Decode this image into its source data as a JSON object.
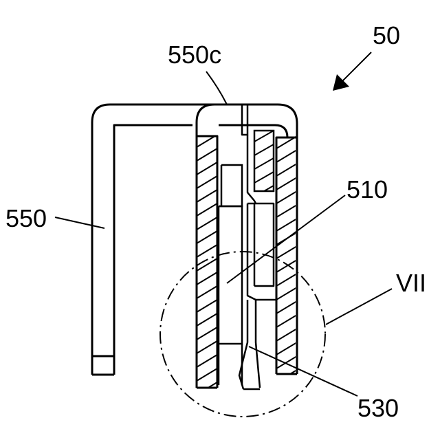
{
  "labels": {
    "assembly": "50",
    "clip_bend": "550c",
    "clip": "550",
    "element": "510",
    "detail_view": "VII",
    "holder": "530"
  },
  "colors": {
    "line": "#000000",
    "background": "#ffffff"
  }
}
